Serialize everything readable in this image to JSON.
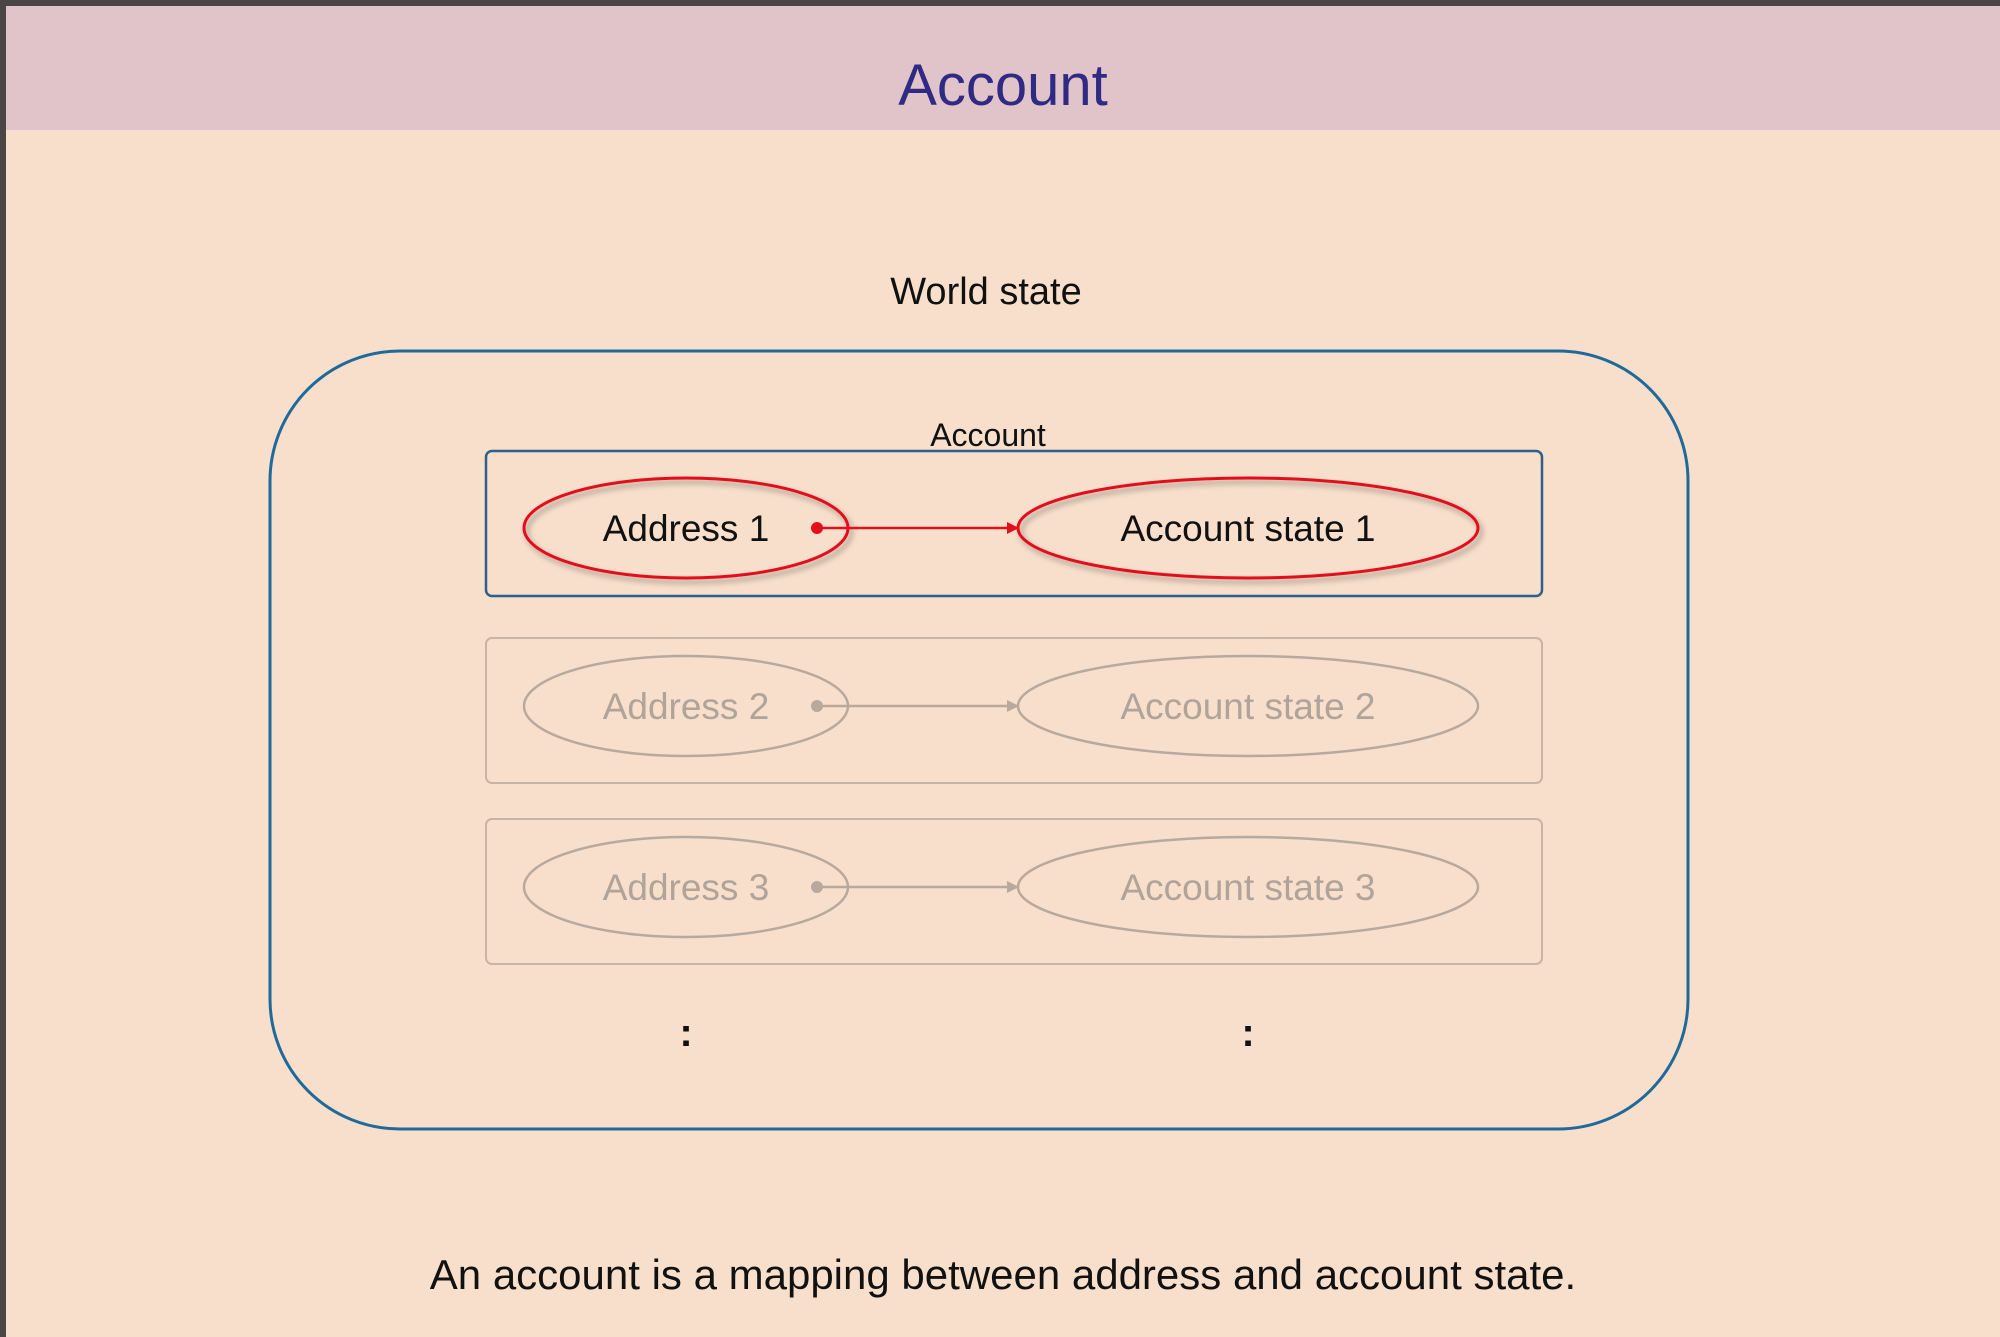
{
  "slide": {
    "title": "Account",
    "caption": "An account is a mapping between address and account state."
  },
  "diagram": {
    "world_state_label": "World state",
    "account_label": "Account",
    "rows": [
      {
        "address": "Address 1",
        "state": "Account state 1",
        "highlighted": true
      },
      {
        "address": "Address 2",
        "state": "Account state 2",
        "highlighted": false
      },
      {
        "address": "Address 3",
        "state": "Account state 3",
        "highlighted": false
      }
    ],
    "continuation_marks": [
      ":",
      ":"
    ]
  },
  "colors": {
    "title_bar": "#e1c4c9",
    "title_text": "#2f2a83",
    "background": "#f7dfcb",
    "world_state_border": "#1f6a9a",
    "account_box_border": "#2f5f8a",
    "highlight_red": "#e3101c",
    "faded_gray": "#b9a99c"
  }
}
